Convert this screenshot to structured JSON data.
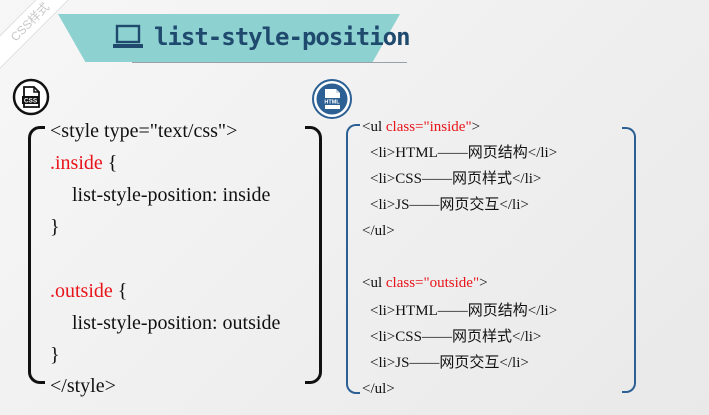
{
  "corner_ribbon": {
    "text": "CSS样式"
  },
  "banner": {
    "title": "list-style-position",
    "icon": "laptop-icon",
    "color": "#8dd1d1"
  },
  "badges": {
    "css": {
      "label": "CSS",
      "icon": "css-file-icon"
    },
    "html": {
      "label": "HTML",
      "icon": "html-file-icon"
    }
  },
  "css_code": {
    "lines": [
      {
        "plain": "<style type=\"text/css\">"
      },
      {
        "red": ".inside",
        "rest": " {"
      },
      {
        "plain": "list-style-position: inside"
      },
      {
        "plain": "}"
      },
      {
        "red": ".outside",
        "rest": " {"
      },
      {
        "plain": "list-style-position: outside"
      },
      {
        "plain": "}"
      },
      {
        "plain": "</style>"
      }
    ]
  },
  "html_code": {
    "lines": [
      {
        "pre": "<ul ",
        "red": "class=\"inside\"",
        "post": ">"
      },
      {
        "plain": "<li>HTML——网页结构</li>"
      },
      {
        "plain": "<li>CSS——网页样式</li>"
      },
      {
        "plain": "<li>JS——网页交互</li>"
      },
      {
        "plain": "</ul>"
      },
      {
        "pre": "<ul ",
        "red": "class=\"outside\"",
        "post": ">"
      },
      {
        "plain": "<li>HTML——网页结构</li>"
      },
      {
        "plain": "<li>CSS——网页样式</li>"
      },
      {
        "plain": "<li>JS——网页交互</li>"
      },
      {
        "plain": "</ul>"
      }
    ]
  },
  "colors": {
    "keyword_red": "#e8141a",
    "html_bracket_blue": "#2c5f93",
    "title_blue": "#1f4a6e"
  }
}
